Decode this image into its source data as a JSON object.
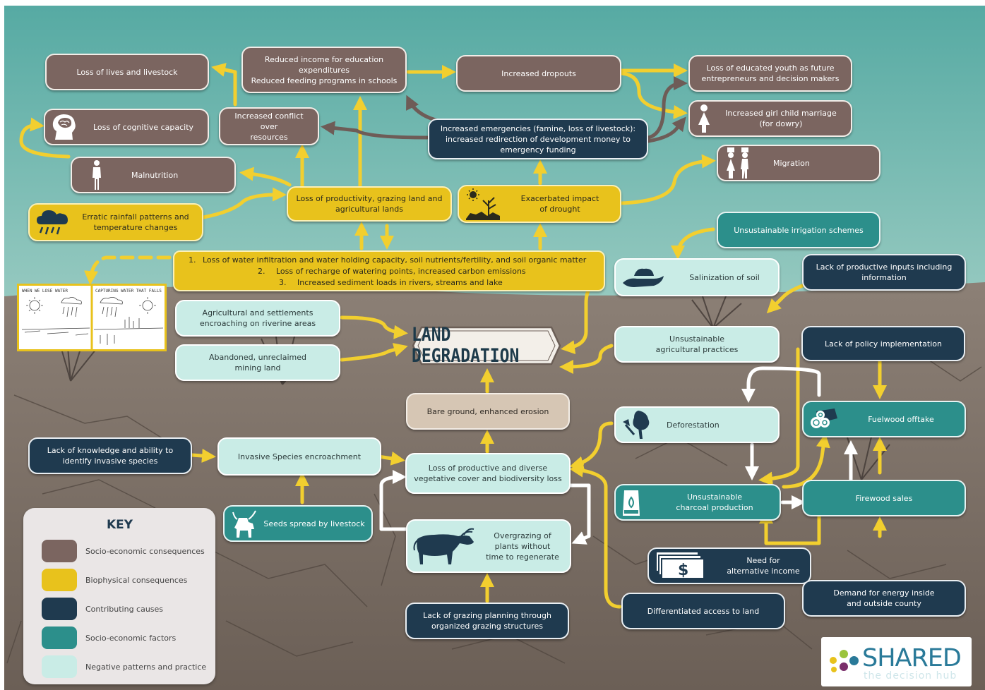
{
  "center_label": "LAND DEGRADATION",
  "socio": {
    "loss_lives": "Loss of lives and livestock",
    "reduced_income": "Reduced income for education\nexpenditures\nReduced feeding programs in schools",
    "increased_dropouts": "Increased dropouts",
    "loss_youth": "Loss of educated youth as future\nentrepreneurs and decision makers",
    "cognitive": "Loss of cognitive capacity",
    "conflict": "Increased conflict over\nresources",
    "girl_marriage": "Increased girl child marriage\n(for dowry)",
    "malnutrition": "Malnutrition",
    "migration": "Migration"
  },
  "bio": {
    "rainfall": "Erratic rainfall patterns and\ntemperature changes",
    "productivity": "Loss of productivity, grazing land and\nagricultural lands",
    "drought": "Exacerbated impact\nof drought",
    "water_lines": [
      {
        "num": "1.",
        "text": "Loss of water infiltration and water holding capacity, soil nutrients/fertility, and soil organic matter"
      },
      {
        "num": "2.",
        "text": "Loss of recharge of watering points, increased carbon emissions"
      },
      {
        "num": "3.",
        "text": "Increased sediment loads in rivers, streams and lake"
      }
    ]
  },
  "causes": {
    "emergencies": "Increased emergencies (famine, loss of livestock):\nincreased redirection of development money to\nemergency funding",
    "productive_inputs": "Lack of productive inputs including\ninformation",
    "policy": "Lack of policy implementation",
    "knowledge": "Lack of knowledge and ability to\nidentify invasive species",
    "alt_income": "Need for\nalternative income",
    "diff_access": "Differentiated access to land",
    "energy_demand": "Demand for energy inside\nand outside county",
    "grazing_planning": "Lack of grazing planning through\norganized grazing structures"
  },
  "factors": {
    "irrigation": "Unsustainable irrigation schemes",
    "seeds": "Seeds spread by livestock",
    "fuelwood": "Fuelwood offtake",
    "firewood": "Firewood sales",
    "charcoal": "Unsustainable\ncharcoal production"
  },
  "negative": {
    "salinization": "Salinization of soil",
    "riverine": "Agricultural and settlements\nencroaching on riverine areas",
    "mining": "Abandoned, unreclaimed\nmining land",
    "unsust_agri": "Unsustainable\nagricultural practices",
    "deforestation": "Deforestation",
    "invasive": "Invasive Species encroachment",
    "veg_cover": "Loss of productive and diverse\nvegetative cover and biodiversity loss",
    "overgrazing": "Overgrazing of\nplants without\ntime to regenerate"
  },
  "bare_ground": "Bare ground, enhanced erosion",
  "sketch": {
    "left_caption": "WHEN WE LOSE WATER",
    "right_caption": "CAPTURING WATER THAT FALLS"
  },
  "key": {
    "title": "KEY",
    "items": [
      {
        "color": "#7b6560",
        "label": "Socio-economic consequences"
      },
      {
        "color": "#e8c21c",
        "label": "Biophysical consequences"
      },
      {
        "color": "#1f3a4f",
        "label": "Contributing causes"
      },
      {
        "color": "#2c8f8b",
        "label": "Socio-economic factors"
      },
      {
        "color": "#c9ece6",
        "label": "Negative patterns and practice"
      }
    ]
  },
  "logo": {
    "main": "SHARED",
    "sub": "the decision hub"
  },
  "colors": {
    "arrow": "#f2cf2f",
    "sky_top": "#56aaa3",
    "sky_bottom": "#e3ecdf",
    "ground": "#7a6e64"
  }
}
